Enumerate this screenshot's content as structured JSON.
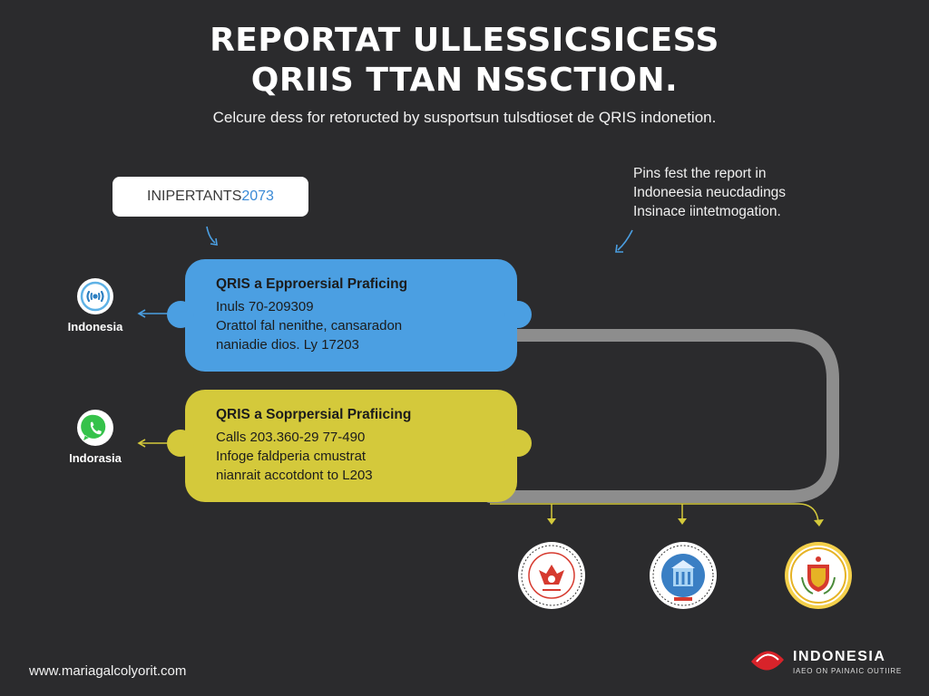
{
  "header": {
    "title_line1": "REPORTAT ULLESSICSICESS",
    "title_line2": "QRIIS TTAN NSSCTION.",
    "subtitle": "Celcure dess for retoructed by susportsun tulsdtioset de QRIS indonetion."
  },
  "badge": {
    "label": "INIPERTANTS ",
    "year": "2073"
  },
  "note": {
    "line1": "Pins fest the report in",
    "line2": "Indoneesia neucdadings",
    "line3": "Insinace iintetmogation."
  },
  "cards": [
    {
      "title": "QRIS a Epproersial Praficing",
      "line1": "Inuls 70-209309",
      "line2": "Orattol fal nenithe, cansaradon",
      "line3": "naniadie dios. Ly 17203",
      "color": "#4b9fe2"
    },
    {
      "title": "QRIS a Soprpersial Prafiicing",
      "line1": "Calls 203.360-29 77-490",
      "line2": "Infoge faldperia cmustrat",
      "line3": "nianrait accotdont to L203",
      "color": "#d4c93b"
    }
  ],
  "side_items": [
    {
      "label": "Indonesia",
      "icon": "signal-icon"
    },
    {
      "label": "Indorasia",
      "icon": "whatsapp-icon"
    }
  ],
  "seals": [
    {
      "icon": "red-emblem-seal-icon",
      "color": "#d63a2f"
    },
    {
      "icon": "blue-building-seal-icon",
      "color": "#3a7fc4"
    },
    {
      "icon": "gold-crest-seal-icon",
      "color": "#e6b325"
    }
  ],
  "footer": {
    "url": "www.mariagalcolyorit.com",
    "brand": "INDONESIA",
    "brand_sub": "IAEO ON PAINAIC OUTIIRE"
  },
  "colors": {
    "background": "#2b2b2d",
    "blue": "#4b9fe2",
    "yellow": "#d4c93b",
    "connector": "#8d8d8d",
    "accent_red": "#d8232a"
  }
}
